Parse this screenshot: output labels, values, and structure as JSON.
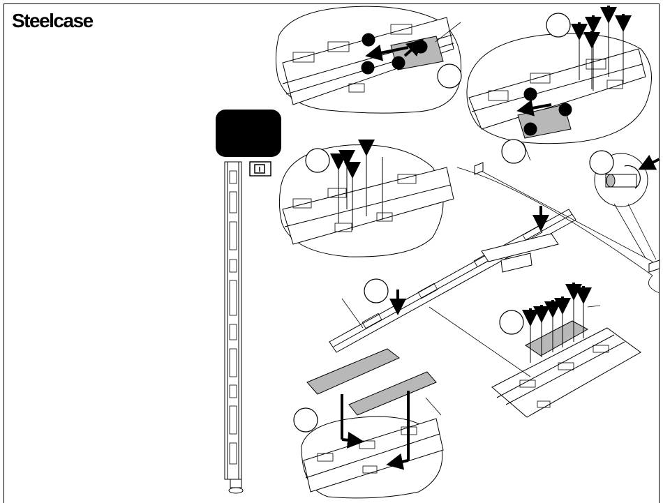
{
  "document": {
    "brand": "Steelcase",
    "type": "assembly instruction sheet",
    "step_callouts": 6,
    "colors": {
      "ink": "#000000",
      "paper": "#ffffff",
      "panel_fill": "#b8b8b8",
      "badge_fill": "#000000"
    }
  }
}
